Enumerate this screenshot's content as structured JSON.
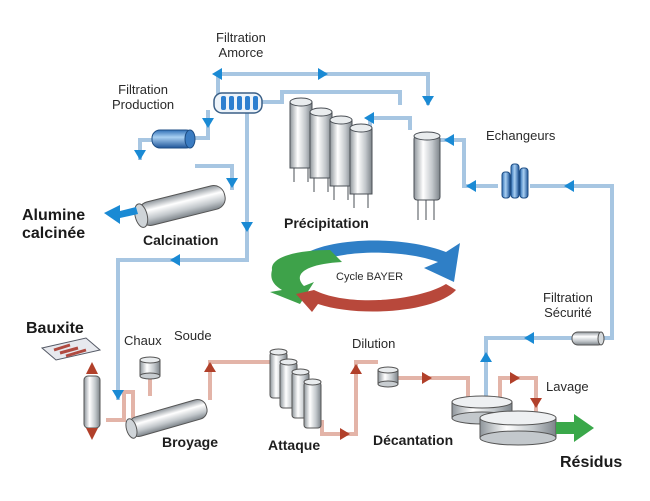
{
  "labels": {
    "filtration_amorce": "Filtration\nAmorce",
    "filtration_production": "Filtration\nProduction",
    "echangeurs": "Echangeurs",
    "alumine_calcinee": "Alumine\ncalcinée",
    "calcination": "Calcination",
    "precipitation": "Précipitation",
    "cycle_bayer": "Cycle BAYER",
    "filtration_securite": "Filtration\nSécurité",
    "bauxite": "Bauxite",
    "chaux": "Chaux",
    "soude": "Soude",
    "dilution": "Dilution",
    "lavage": "Lavage",
    "broyage": "Broyage",
    "attaque": "Attaque",
    "decantation": "Décantation",
    "residus": "Résidus"
  },
  "colors": {
    "pipe_blue": "#a7c6e2",
    "arrow_blue": "#1a8ad4",
    "pipe_red": "#e3b4a8",
    "arrow_red": "#b1402a",
    "arrow_green": "#3aa84a",
    "cycle_blue": "#2f7fc6",
    "cycle_green": "#3ea24a",
    "cycle_red": "#b8483b"
  }
}
